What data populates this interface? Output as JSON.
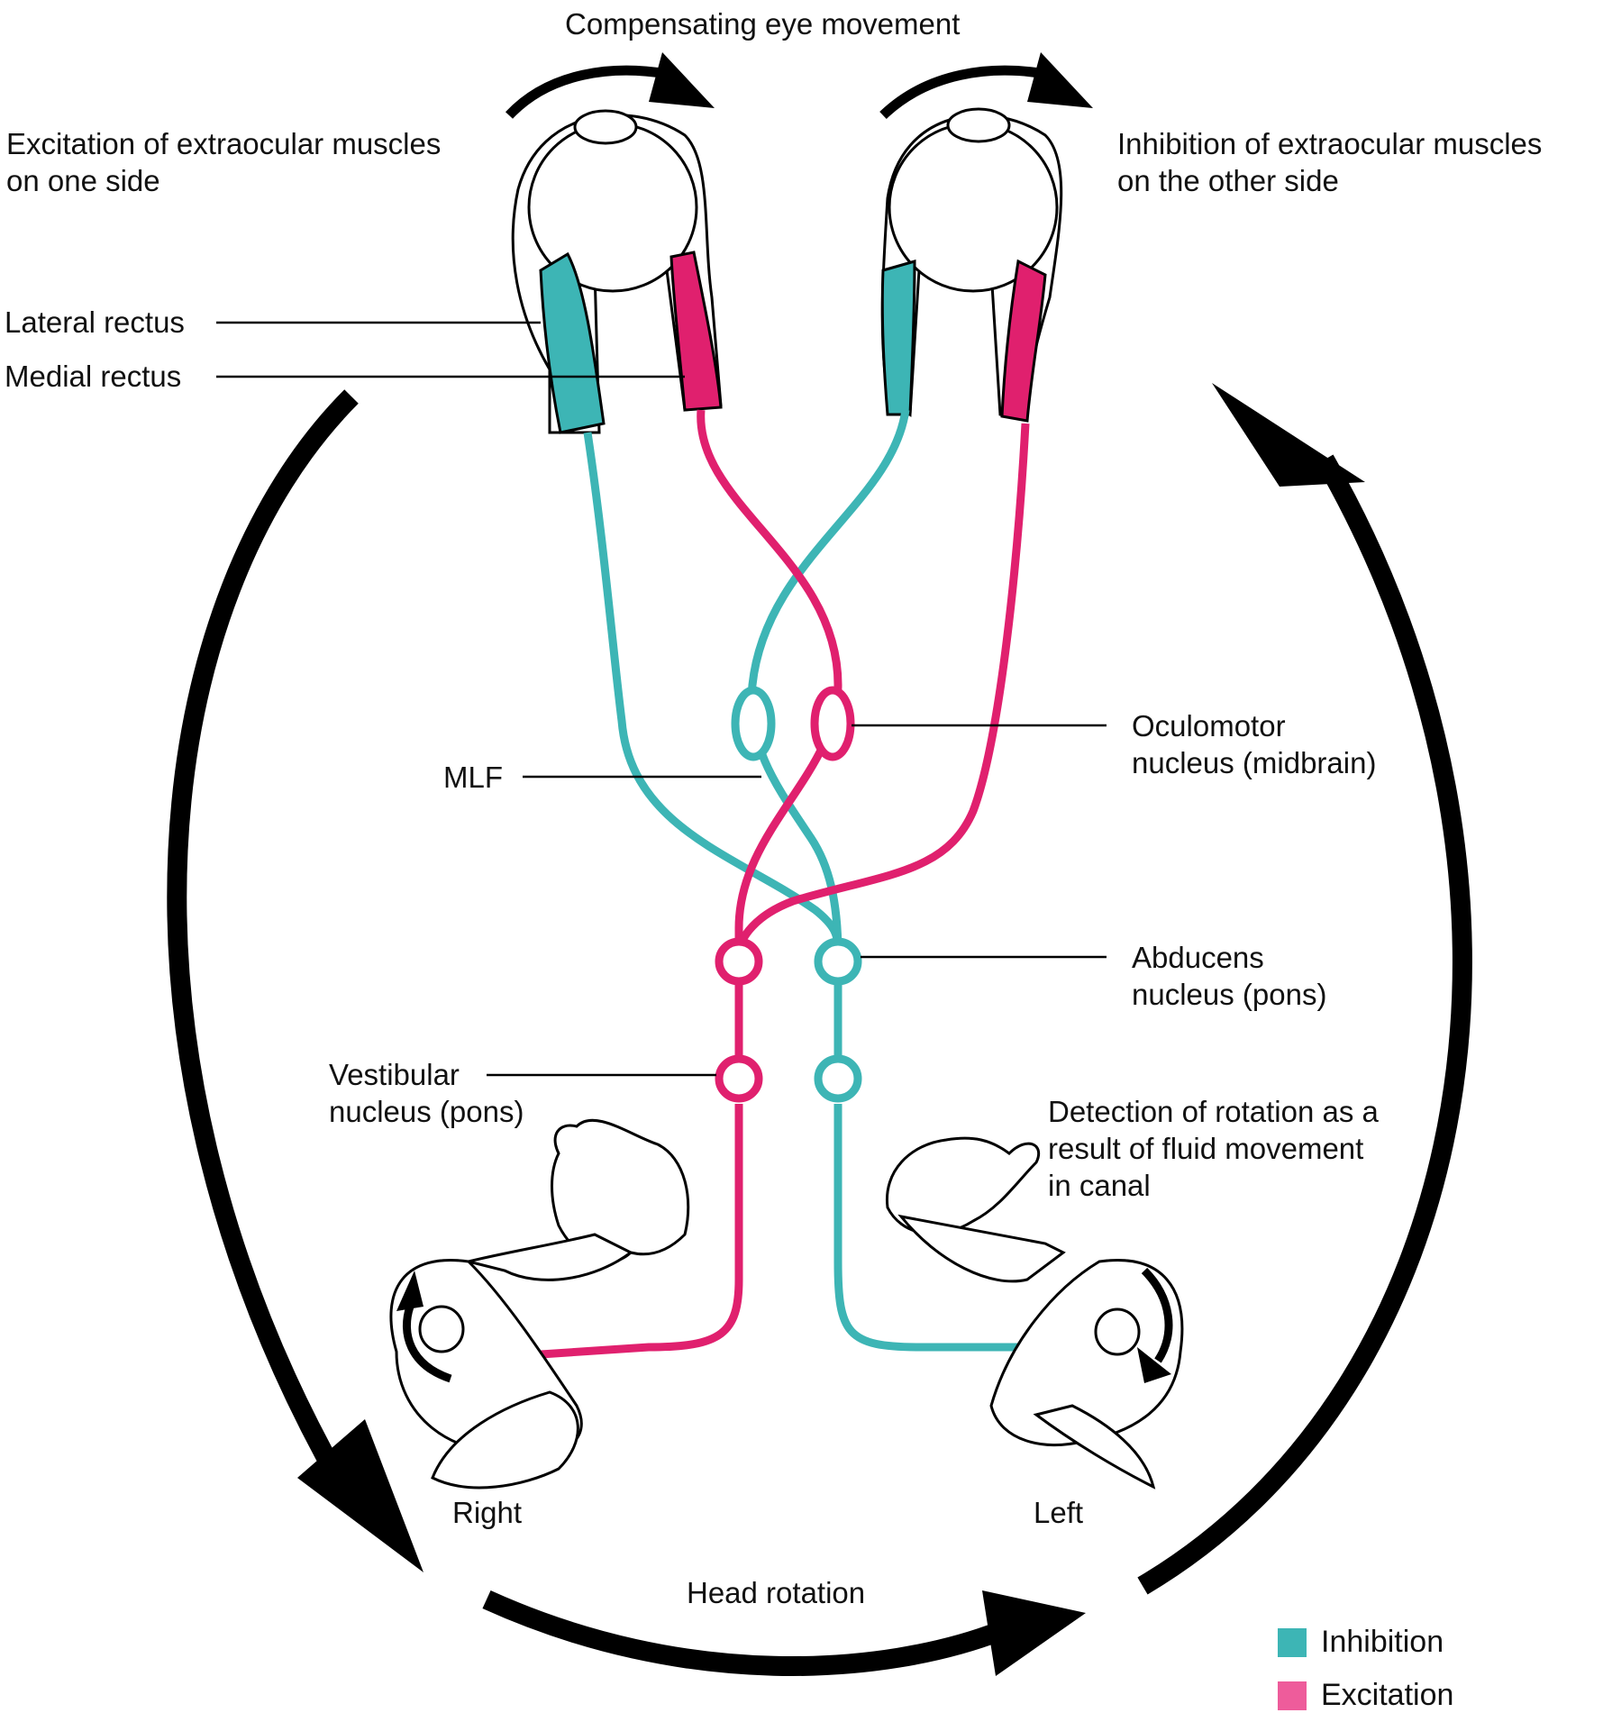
{
  "labels": {
    "compensating": "Compensating eye movement",
    "excitation_side": [
      "Excitation of extraocular muscles",
      "on one side"
    ],
    "inhibition_side": [
      "Inhibition of extraocular muscles",
      "on the other side"
    ],
    "lateral_rectus": "Lateral rectus",
    "medial_rectus": "Medial rectus",
    "mlf": "MLF",
    "oculomotor": [
      "Oculomotor",
      "nucleus (midbrain)"
    ],
    "abducens": [
      "Abducens",
      "nucleus (pons)"
    ],
    "vestibular": [
      "Vestibular",
      "nucleus (pons)"
    ],
    "detection": [
      "Detection of rotation as a",
      "result of fluid movement",
      "in canal"
    ],
    "right": "Right",
    "left": "Left",
    "head_rotation": "Head rotation"
  },
  "legend": [
    {
      "label": "Inhibition",
      "color": "#3db5b5"
    },
    {
      "label": "Excitation",
      "color": "#e0206e"
    }
  ],
  "colors": {
    "inhibition": "#3db5b5",
    "excitation": "#e0206e",
    "arrow": "#000000"
  }
}
